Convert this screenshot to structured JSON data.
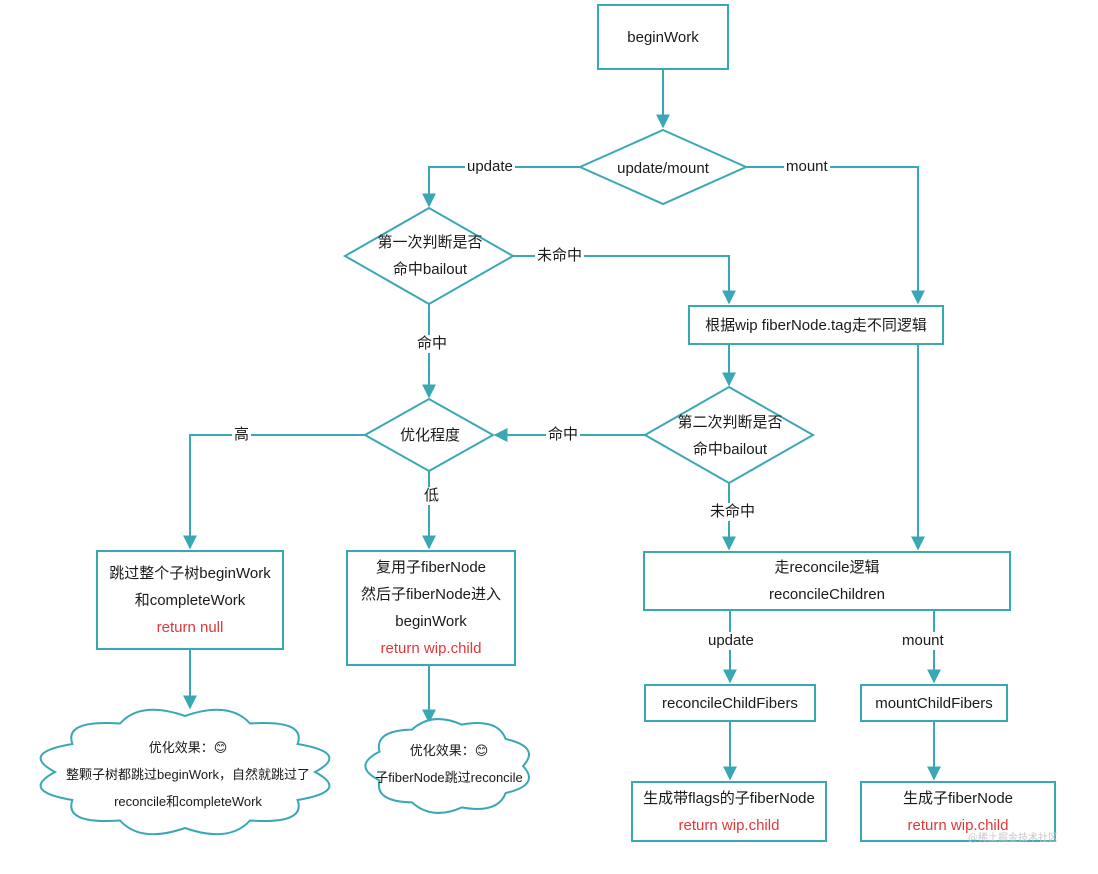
{
  "nodes": {
    "begin": [
      "beginWork"
    ],
    "update_mount": [
      "update/mount"
    ],
    "first_check": [
      "第一次判断是否",
      "命中bailout"
    ],
    "by_tag": [
      "根据wip fiberNode.tag走不同逻辑"
    ],
    "opt_level": [
      "优化程度"
    ],
    "second_check": [
      "第二次判断是否",
      "命中bailout"
    ],
    "skip_subtree": [
      "跳过整个子树beginWork",
      "和completeWork",
      "return null"
    ],
    "reuse": [
      "复用子fiberNode",
      "然后子fiberNode进入",
      "beginWork",
      "return wip.child"
    ],
    "reconcile": [
      "走reconcile逻辑",
      "reconcileChildren"
    ],
    "reconcile_fibers": [
      "reconcileChildFibers"
    ],
    "mount_fibers": [
      "mountChildFibers"
    ],
    "gen_flags": [
      "生成带flags的子fiberNode",
      "return wip.child"
    ],
    "gen_child": [
      "生成子fiberNode",
      "return wip.child"
    ],
    "cloud_left": [
      "优化效果：😊",
      "整颗子树都跳过beginWork，自然就跳过了",
      "reconcile和completeWork"
    ],
    "cloud_right": [
      "优化效果：😊",
      "子fiberNode跳过reconcile"
    ]
  },
  "labels": {
    "update_left": "update",
    "mount_right": "mount",
    "miss_1": "未命中",
    "hit_1": "命中",
    "high": "高",
    "low": "低",
    "hit_2": "命中",
    "miss_2": "未命中",
    "update_bottom": "update",
    "mount_bottom": "mount"
  },
  "watermark": "@稀土掘金技术社区",
  "colors": {
    "line": "#3aa8b4",
    "return_text": "#e0383a"
  }
}
